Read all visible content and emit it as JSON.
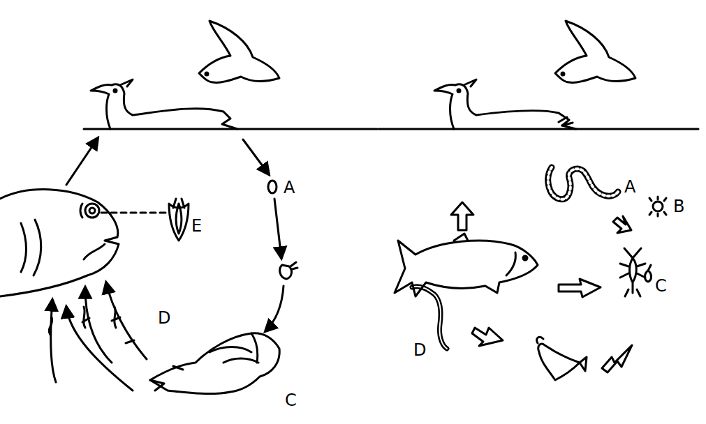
{
  "diagram": {
    "labels": [
      "A",
      "E",
      "C",
      "D",
      "A",
      "B",
      "C",
      "D"
    ]
  }
}
